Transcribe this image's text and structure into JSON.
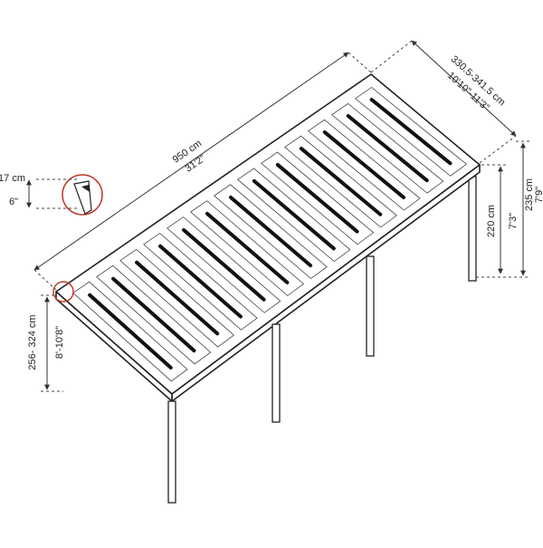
{
  "labels": {
    "length_cm": "950 cm",
    "length_ft": "31'2\"",
    "width_cm": "330.5-341.5 cm",
    "width_ft": "10'10\"-11'3\"",
    "height_low_cm": "256- 324 cm",
    "height_low_ft": "8'-10'8\"",
    "height_mid_cm": "220 cm",
    "height_mid_ft": "7'3\"",
    "height_total_cm": "235 cm",
    "height_total_ft": "7'9\"",
    "profile_cm": "17 cm",
    "profile_ft": "6\""
  },
  "colors": {
    "line": "#222222",
    "bars": "#111111",
    "callout": "#c0392b"
  }
}
